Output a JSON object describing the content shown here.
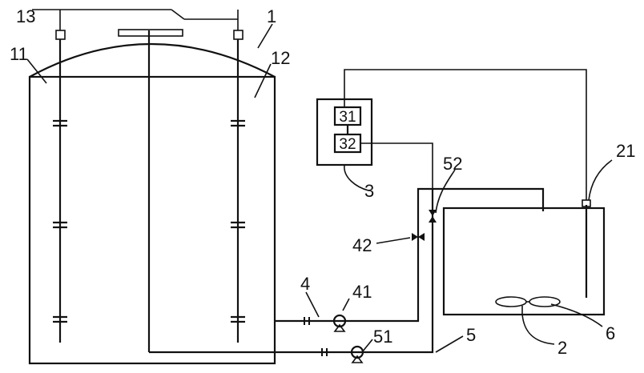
{
  "labels": {
    "tank": "1",
    "chamber_left": "11",
    "chamber_right": "12",
    "vent": "13",
    "basin": "2",
    "sensor": "21",
    "controller": "3",
    "module_a": "31",
    "module_b": "32",
    "pipe_a": "4",
    "pump_a": "41",
    "valve_a": "42",
    "pipe_b": "5",
    "pump_b": "51",
    "valve_b": "52",
    "aerator": "6"
  },
  "colors": {
    "stroke": "#111111",
    "background": "#ffffff"
  }
}
